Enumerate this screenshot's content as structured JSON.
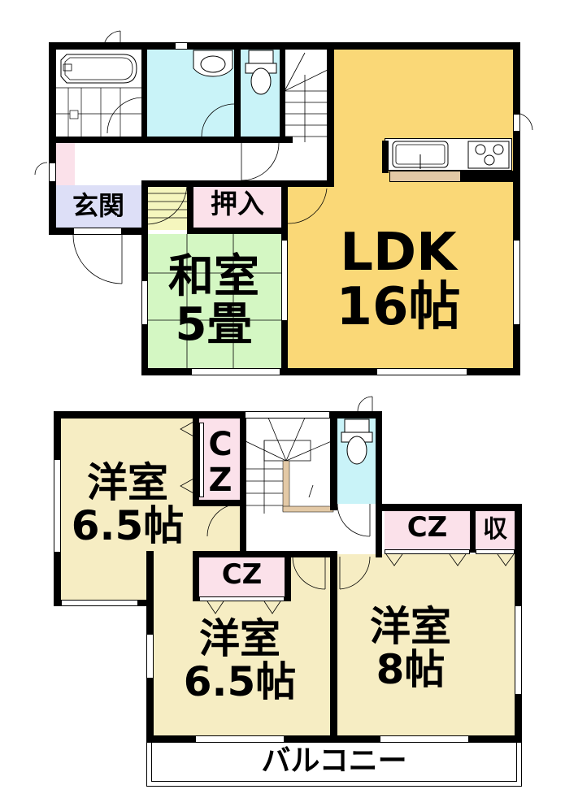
{
  "colors": {
    "ldk": "#FAD877",
    "washitsu": "#D4F7C3",
    "wet_area": "#C9F3F8",
    "closet": "#FBE1EA",
    "genkan": "#DDDFF7",
    "western_room": "#F6EDC3",
    "stair_yellow": "#F5F6BE",
    "counter": "#E3C9A6",
    "wall": "#000000",
    "background": "#FFFFFF"
  },
  "floor1": {
    "genkan": {
      "label": "玄関"
    },
    "oshiire": {
      "label": "押入"
    },
    "washitsu": {
      "label": "和室\n5畳",
      "name": "和室",
      "size": "5畳"
    },
    "ldk": {
      "label": "LDK\n16帖",
      "name": "LDK",
      "size": "16帖"
    },
    "bathroom": {
      "fixture": "bathtub-icon"
    },
    "washroom": {
      "fixture": "washbasin-icon"
    },
    "toilet": {
      "fixture": "toilet-icon"
    },
    "kitchen": {
      "fixtures": [
        "sink-icon",
        "stove-icon"
      ]
    }
  },
  "floor2": {
    "room_a": {
      "label": "洋室\n6.5帖",
      "name": "洋室",
      "size": "6.5帖"
    },
    "room_a_closet": {
      "label": "C\nZ"
    },
    "room_b": {
      "label": "洋室\n6.5帖",
      "name": "洋室",
      "size": "6.5帖"
    },
    "room_b_closet": {
      "label": "CZ"
    },
    "room_c": {
      "label": "洋室\n8帖",
      "name": "洋室",
      "size": "8帖"
    },
    "room_c_closet": {
      "label": "CZ"
    },
    "storage": {
      "label": "収"
    },
    "toilet": {
      "fixture": "toilet-icon"
    },
    "balcony": {
      "label": "バルコニー"
    }
  }
}
